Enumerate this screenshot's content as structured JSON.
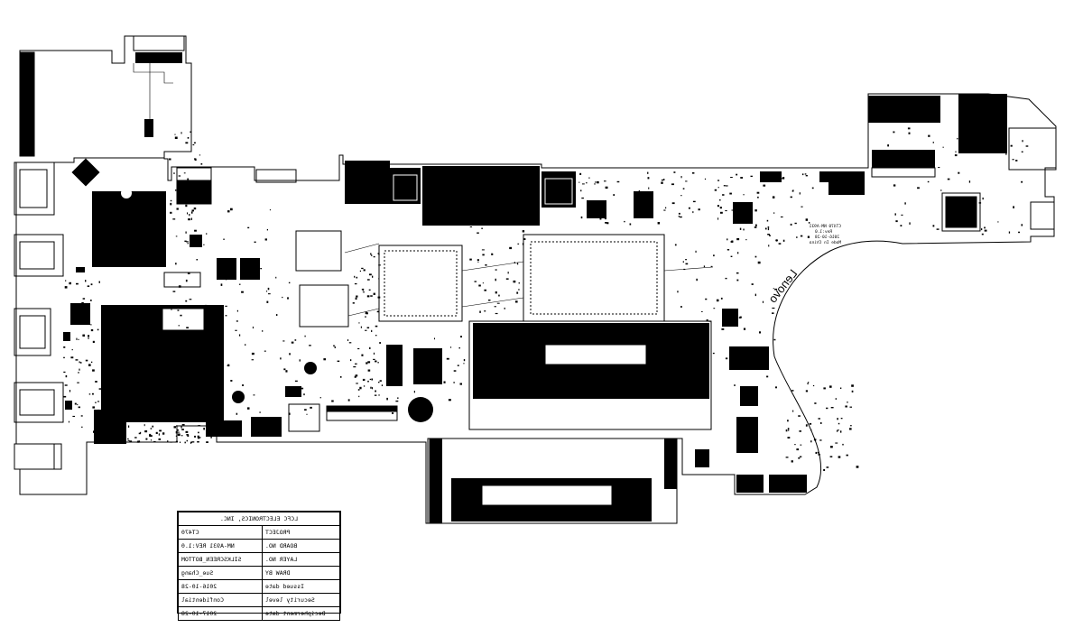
{
  "brand_mark": "Lenovo",
  "title_block": {
    "company": "LCFC ELECTRONICS, INC.",
    "rows": [
      {
        "label": "PROJECT",
        "value": "CT470"
      },
      {
        "label": "BOARD NO.",
        "value": "NM-A931  REV:1.0"
      },
      {
        "label": "LAYER NO.",
        "value": "SILKSCREEN_BOTTOM"
      },
      {
        "label": "DRAW BY",
        "value": "Sue_Chang"
      },
      {
        "label": "Issued date",
        "value": "2016-10-28"
      },
      {
        "label": "Security level",
        "value": "Confidential"
      },
      {
        "label": "Decipherment date",
        "value": "2017-10-28"
      }
    ]
  },
  "board_marks": {
    "rev_line_1": "CT470 NM-A931",
    "rev_line_2": "Rev:1.0",
    "date_line": "2016-10-28",
    "origin": "Made In China"
  },
  "colors": {
    "ink": "#000000",
    "paper": "#ffffff"
  }
}
